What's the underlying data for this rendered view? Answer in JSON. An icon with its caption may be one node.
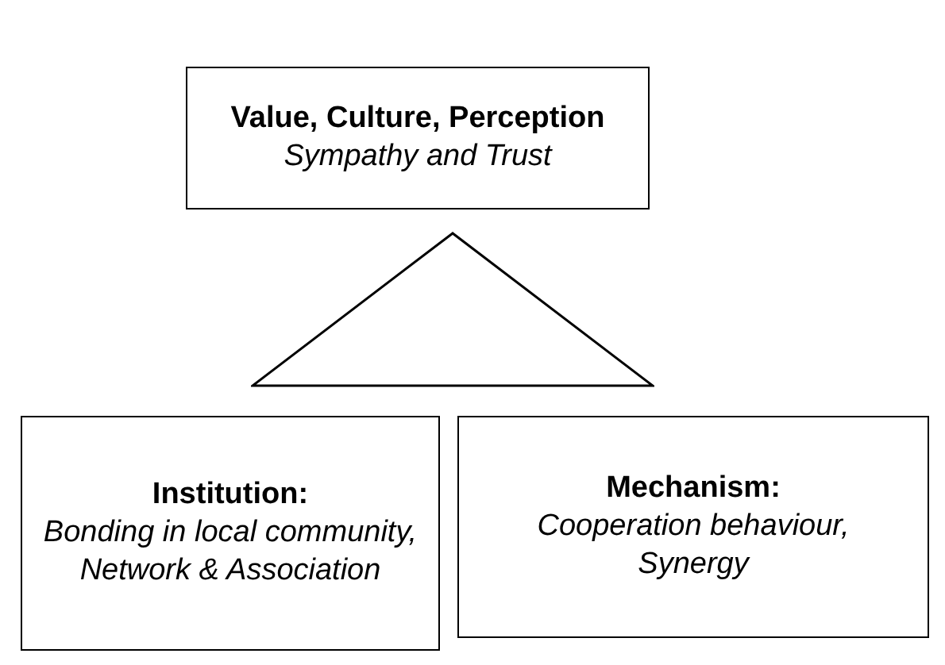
{
  "diagram": {
    "nodes": [
      {
        "text": [
          "Value, Culture, Perception",
          "Sympathy and Trust"
        ]
      },
      {
        "text": [],
        "shape": "triangle"
      },
      {
        "text": [
          "Institution:",
          "Bonding in local community, Network & Association"
        ]
      },
      {
        "text": [
          "Mechanism:",
          "Cooperation behaviour, Synergy"
        ]
      }
    ]
  }
}
